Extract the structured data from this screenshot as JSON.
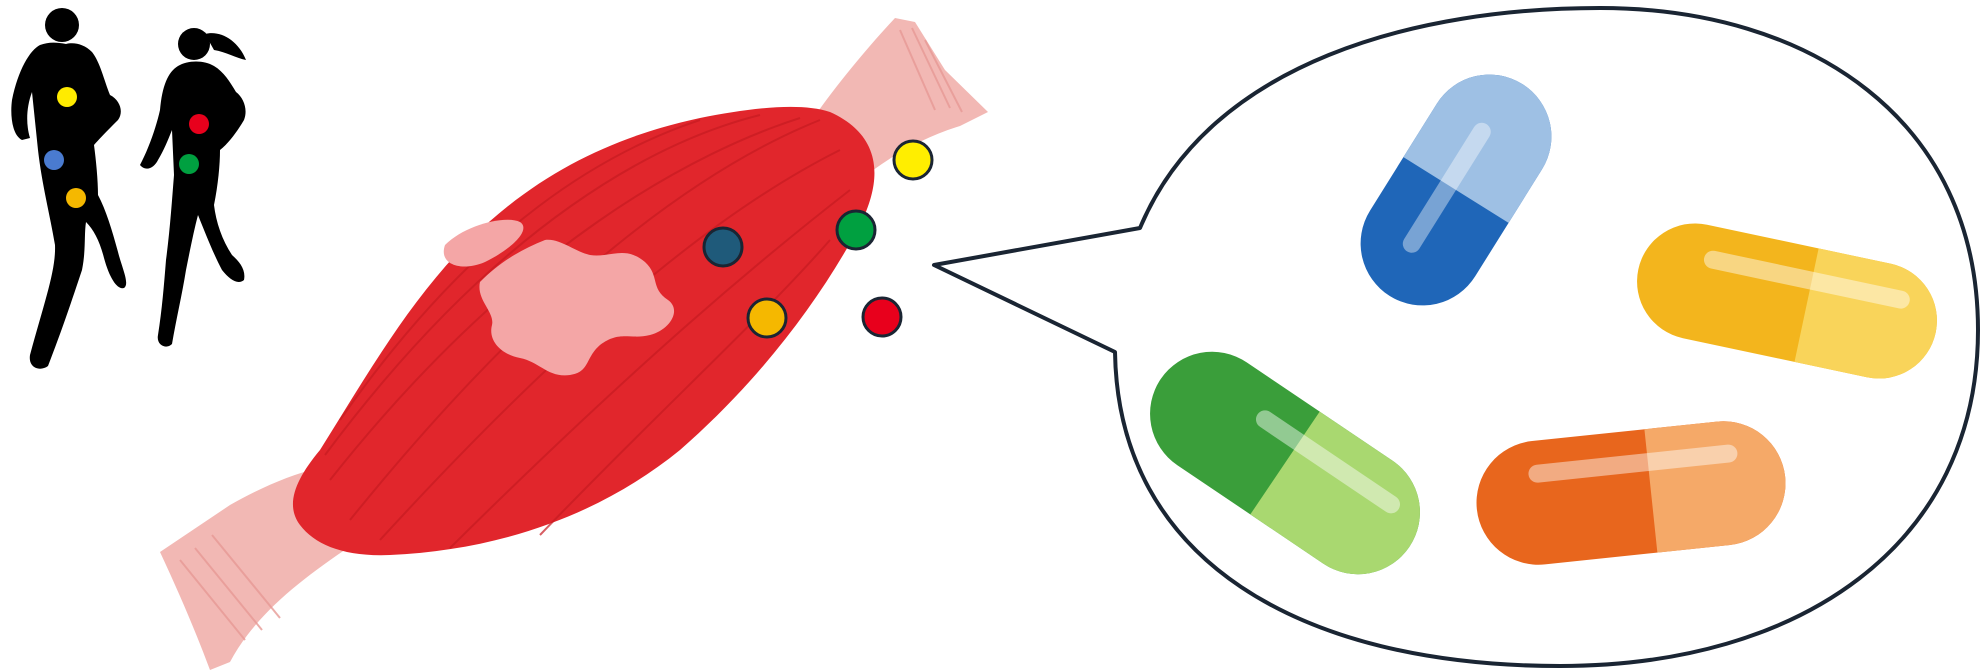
{
  "figure": {
    "runners": [
      {
        "figure": "male-runner",
        "dots": [
          "#ffeb00",
          "#4a7bd0",
          "#f5b800"
        ]
      },
      {
        "figure": "female-runner",
        "dots": [
          "#e8001c",
          "#00a040"
        ]
      }
    ],
    "muscle": {
      "name": "muscle",
      "body_color": "#e1262c",
      "tendon_color": "#f2b8b4",
      "highlight_color": "#f4a6a6"
    },
    "released_dots": [
      {
        "name": "navy-dot",
        "color": "#1f5a7a"
      },
      {
        "name": "green-dot",
        "color": "#00a040"
      },
      {
        "name": "yellow-dot",
        "color": "#ffee00"
      },
      {
        "name": "orange-dot",
        "color": "#f5b800"
      },
      {
        "name": "red-dot",
        "color": "#e8001c"
      }
    ],
    "speech_bubble": {
      "outline_color": "#1a2533",
      "capsules": [
        {
          "name": "blue-capsule",
          "dark": "#1f66b8",
          "light": "#9ec0e4"
        },
        {
          "name": "yellow-capsule",
          "dark": "#f3b51d",
          "light": "#f9d45a"
        },
        {
          "name": "green-capsule",
          "dark": "#3a9e3a",
          "light": "#a9d870"
        },
        {
          "name": "orange-capsule",
          "dark": "#e8661d",
          "light": "#f5a968"
        }
      ]
    }
  }
}
